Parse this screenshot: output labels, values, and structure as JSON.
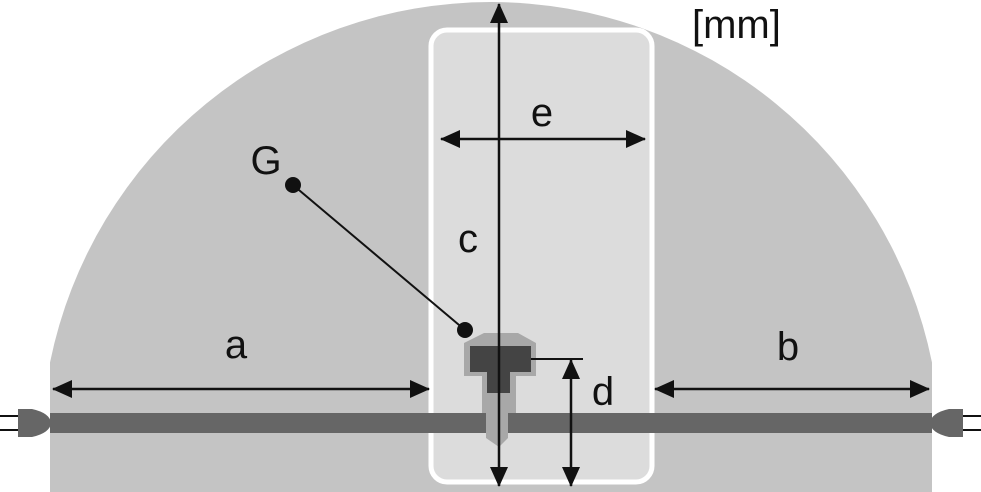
{
  "unit_label": "[mm]",
  "labels": {
    "a": "a",
    "b": "b",
    "c": "c",
    "d": "d",
    "e": "e",
    "g": "G"
  },
  "colors": {
    "dome": "#c4c4c4",
    "panel": "#dcdcdc",
    "bar": "#666666",
    "mount": "#444444",
    "mount_halo": "#a8a8a8",
    "line": "#111111"
  }
}
